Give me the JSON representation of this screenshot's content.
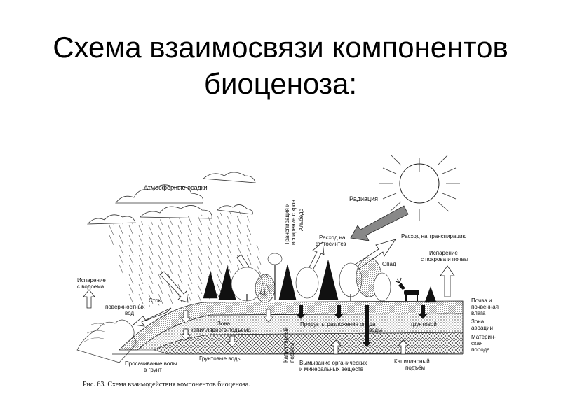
{
  "slide": {
    "title_line1": "Схема взаимосвязи компонентов",
    "title_line2": "биоценоза:"
  },
  "diagram": {
    "labels": {
      "precipitation": "Атмосферные осадки",
      "radiation": "Радиация",
      "transpiration_1": "Транспирация и",
      "transpiration_2": "испарение с крон",
      "albedo": "Альбедо",
      "photosynthesis_1": "Расход на",
      "photosynthesis_2": "фотосинтез",
      "transpiration_use": "Расход на транспирацию",
      "litter": "Опад",
      "evap_cover_1": "Испарение",
      "evap_cover_2": "с покрова и почвы",
      "evap_water_1": "Испарение",
      "evap_water_2": "с водоема",
      "runoff_1": "Сток",
      "runoff_2": "поверхностных",
      "runoff_3": "вод",
      "capillary_zone_1": "Зона",
      "capillary_zone_2": "капиллярного подъема",
      "decomp_1": "Продукты разложения опада",
      "decomp_2": "воды",
      "groundwater_lbl": "грунтовой",
      "soil_moisture_1": "Почва и",
      "soil_moisture_2": "почвенная",
      "soil_moisture_3": "влага",
      "aeration_1": "Зона",
      "aeration_2": "аэрации",
      "parent_1": "Материн-",
      "parent_2": "ская",
      "parent_3": "порода",
      "seepage_1": "Просачивание воды",
      "seepage_2": "в грунт",
      "ground_waters": "Грунтовые воды",
      "capillary_vert_1": "Капиллярный",
      "capillary_vert_2": "подъем",
      "leaching_1": "Вымывание органических",
      "leaching_2": "и минеральных веществ",
      "capillary_rise_1": "Капиллярный",
      "capillary_rise_2": "подъём"
    },
    "caption": "Рис. 63. Схема взаимодействия компонентов биоценоза."
  }
}
